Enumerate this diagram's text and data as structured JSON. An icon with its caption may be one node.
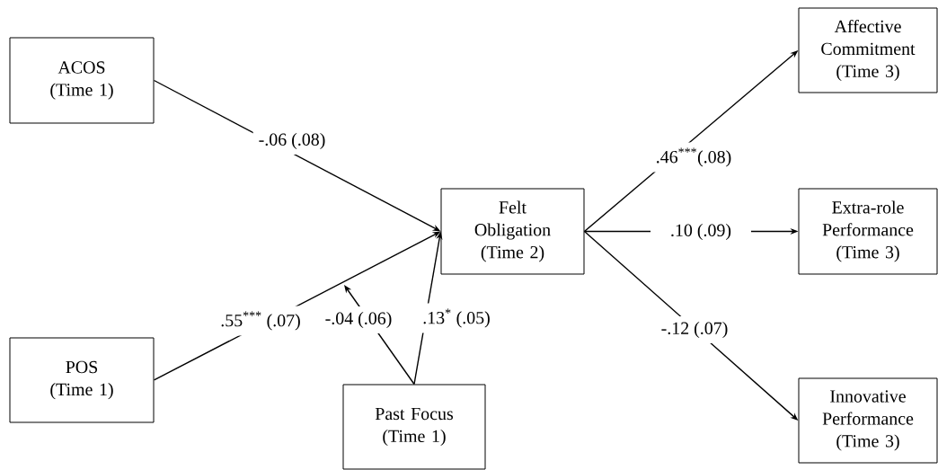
{
  "diagram": {
    "nodes": [
      {
        "text": [
          "ACOS",
          "(Time 1)"
        ]
      },
      {
        "text": [
          "POS",
          "(Time 1)"
        ]
      },
      {
        "text": [
          "Felt Obligation",
          "(Time 2)"
        ]
      },
      {
        "text": [
          "Past Focus",
          "(Time 1)"
        ]
      },
      {
        "text": [
          "Affective Commitment",
          "(Time 3)"
        ]
      },
      {
        "text": [
          "Extra-role Performance",
          "(Time 3)"
        ]
      },
      {
        "text": [
          "Innovative Performance",
          "(Time 3)"
        ]
      }
    ],
    "edges": [
      {
        "from": 0,
        "to": 2,
        "arrow": "to",
        "label": "-.06 (.08)"
      },
      {
        "from": 1,
        "to": 2,
        "arrow": "to",
        "label": ".55$^{***}$ (.07)"
      },
      {
        "from": 3,
        "to": null,
        "arrow": "to",
        "label": "-.04 (.06)"
      },
      {
        "from": 3,
        "to": 2,
        "arrow": "to",
        "label": ".13$^{*}$ (.05)"
      },
      {
        "from": 2,
        "to": 4,
        "arrow": "to",
        "label": ".46$^{***}$(.08)"
      },
      {
        "from": 2,
        "to": 5,
        "arrow": "to",
        "label": ".10 (.09)"
      },
      {
        "from": 2,
        "to": 6,
        "arrow": "to",
        "label": "-.12 (.07)"
      }
    ]
  }
}
